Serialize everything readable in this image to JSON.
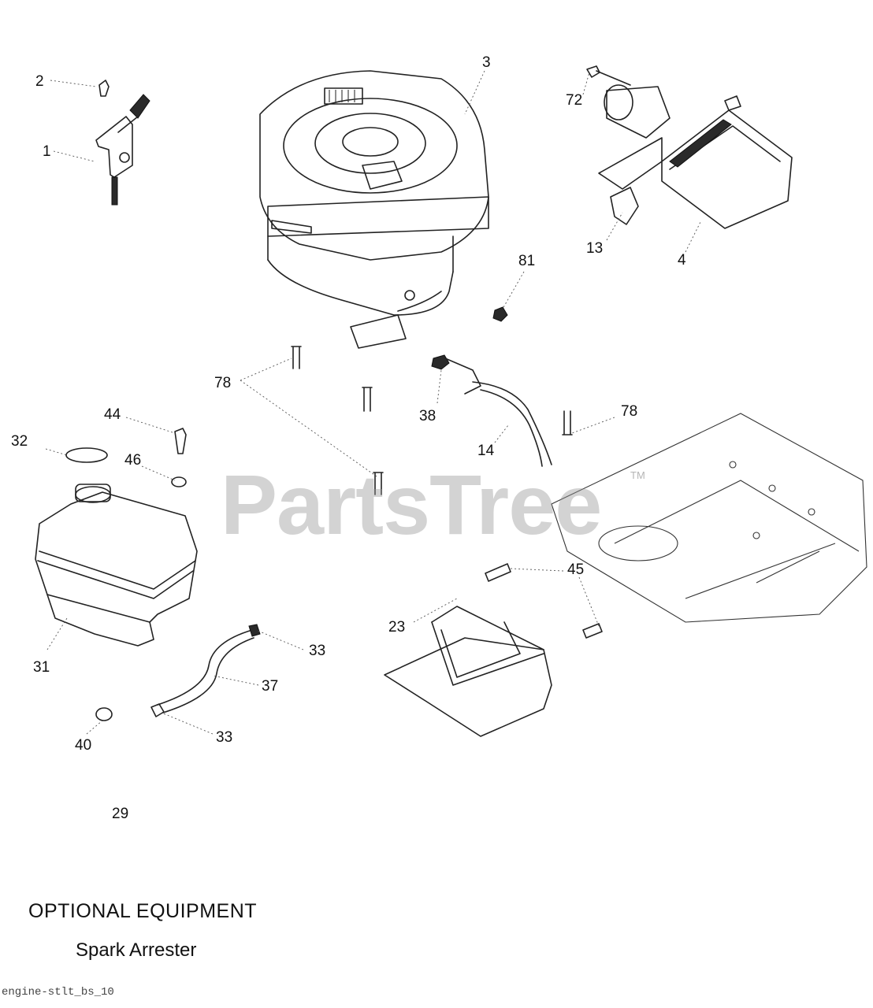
{
  "watermark": {
    "text": "PartsTree",
    "tm": "TM"
  },
  "callouts": {
    "c1": "1",
    "c2": "2",
    "c3": "3",
    "c4": "4",
    "c13": "13",
    "c14": "14",
    "c23": "23",
    "c29": "29",
    "c31": "31",
    "c32": "32",
    "c33a": "33",
    "c33b": "33",
    "c37": "37",
    "c38": "38",
    "c40": "40",
    "c44": "44",
    "c45": "45",
    "c46": "46",
    "c72": "72",
    "c78a": "78",
    "c78b": "78",
    "c81": "81"
  },
  "caption": {
    "title": "OPTIONAL EQUIPMENT",
    "subtitle": "Spark Arrester"
  },
  "footer": {
    "code": "engine-stlt_bs_10"
  }
}
